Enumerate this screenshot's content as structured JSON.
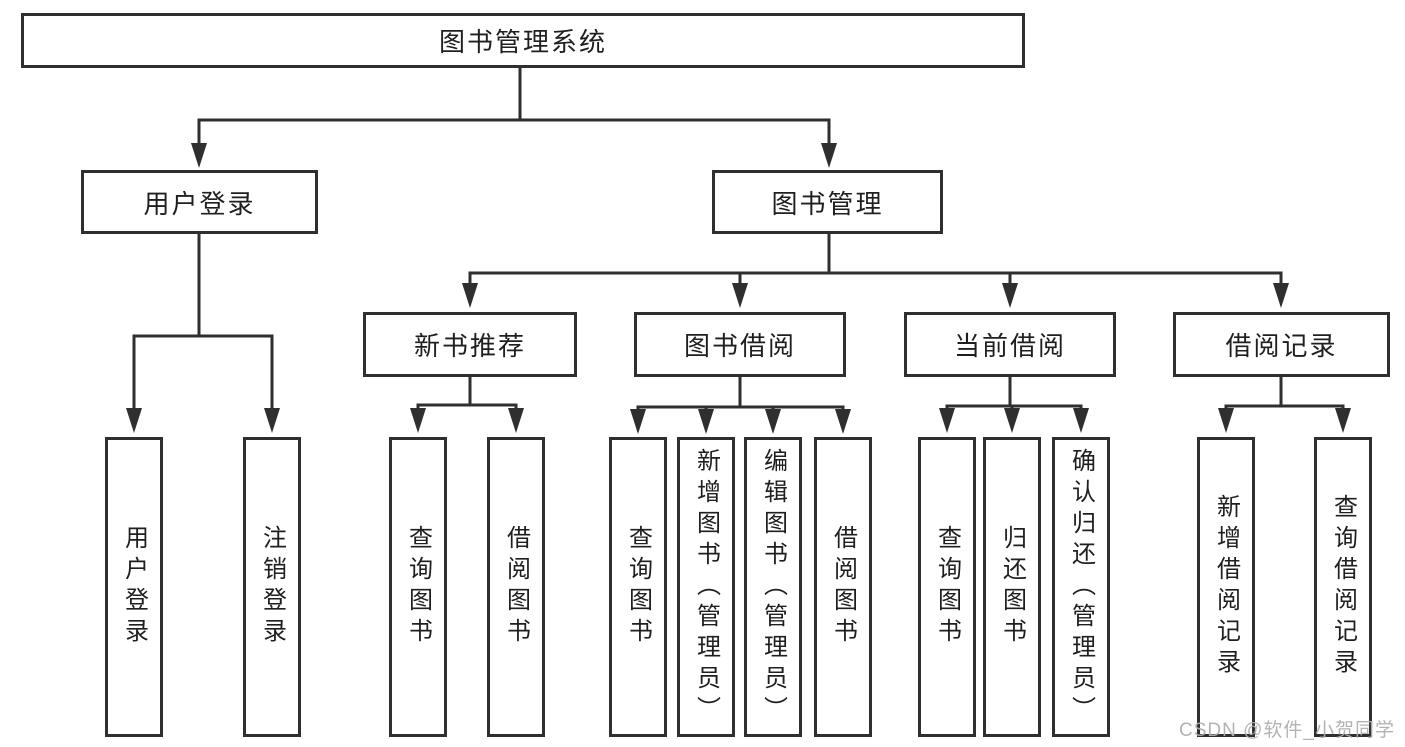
{
  "diagram": {
    "title": "图书管理系统",
    "root": {
      "label": "图书管理系统"
    },
    "level1": [
      {
        "label": "用户登录"
      },
      {
        "label": "图书管理"
      }
    ],
    "level2": [
      {
        "label": "新书推荐",
        "parent": "图书管理"
      },
      {
        "label": "图书借阅",
        "parent": "图书管理"
      },
      {
        "label": "当前借阅",
        "parent": "图书管理"
      },
      {
        "label": "借阅记录",
        "parent": "图书管理"
      }
    ],
    "leaves": [
      {
        "label": "用户登录",
        "parent": "用户登录"
      },
      {
        "label": "注销登录",
        "parent": "用户登录"
      },
      {
        "label": "查询图书",
        "parent": "新书推荐"
      },
      {
        "label": "借阅图书",
        "parent": "新书推荐"
      },
      {
        "label": "查询图书",
        "parent": "图书借阅"
      },
      {
        "label": "新增图书（管理员）",
        "parent": "图书借阅"
      },
      {
        "label": "编辑图书（管理员）",
        "parent": "图书借阅"
      },
      {
        "label": "借阅图书",
        "parent": "图书借阅"
      },
      {
        "label": "查询图书",
        "parent": "当前借阅"
      },
      {
        "label": "归还图书",
        "parent": "当前借阅"
      },
      {
        "label": "确认归还（管理员）",
        "parent": "当前借阅"
      },
      {
        "label": "新增借阅记录",
        "parent": "借阅记录"
      },
      {
        "label": "查询借阅记录",
        "parent": "借阅记录"
      }
    ],
    "colors": {
      "line": "#2f2f2f",
      "text": "#1f1f1f",
      "box_background": "#ffffff",
      "watermark": "#afafaf"
    }
  },
  "watermark": {
    "text": "CSDN @软件_小贺同学"
  }
}
